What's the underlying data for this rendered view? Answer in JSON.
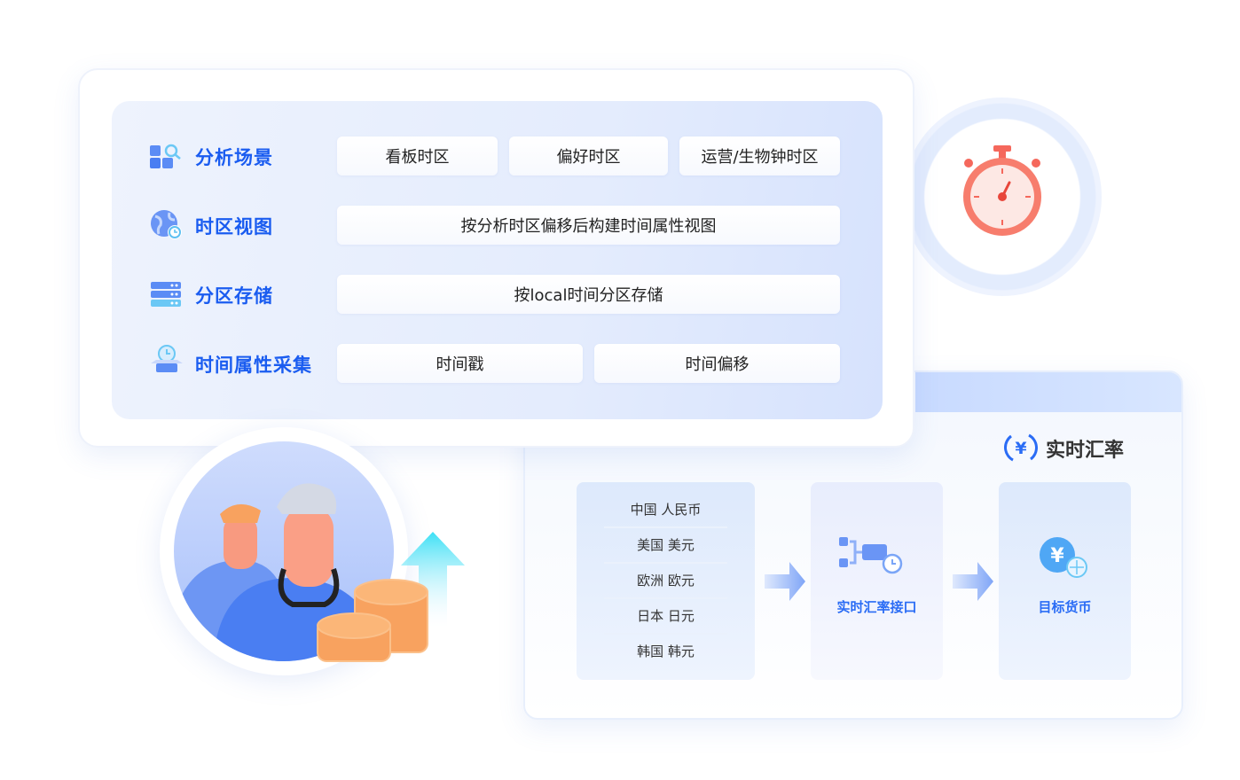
{
  "scenario_panel": {
    "rows": [
      {
        "icon": "grid-search-icon",
        "label": "分析场景",
        "pills": [
          "看板时区",
          "偏好时区",
          "运营/生物钟时区"
        ]
      },
      {
        "icon": "globe-clock-icon",
        "label": "时区视图",
        "pills": [
          "按分析时区偏移后构建时间属性视图"
        ]
      },
      {
        "icon": "server-stack-icon",
        "label": "分区存储",
        "pills": [
          "按local时间分区存储"
        ]
      },
      {
        "icon": "box-clock-icon",
        "label": "时间属性采集",
        "pills": [
          "时间戳",
          "时间偏移"
        ]
      }
    ]
  },
  "exchange_panel": {
    "title": "实时汇率",
    "icon": "yen-refresh-icon",
    "currencies": [
      "中国 人民币",
      "美国 美元",
      "欧洲 欧元",
      "日本 日元",
      "韩国 韩元"
    ],
    "interface_label": "实时汇率接口",
    "target_label": "目标货币"
  },
  "colors": {
    "accent": "#1a5cf0",
    "stopwatch": "#f5685c",
    "coins": "#f8a25f"
  }
}
